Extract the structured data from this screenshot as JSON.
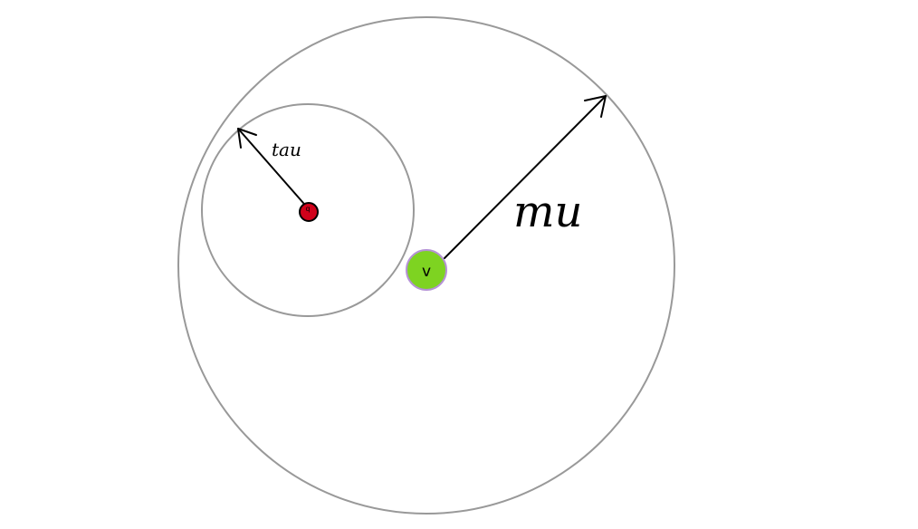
{
  "diagram": {
    "outer_radius_label": "mu",
    "inner_radius_label": "tau",
    "center_node_label": "v",
    "query_node_label": "q",
    "colors": {
      "circle_stroke": "#999999",
      "arrow": "#000000",
      "center_node_fill": "#7ED321",
      "center_node_stroke": "#B592D6",
      "query_node_fill": "#D0021B",
      "query_node_stroke": "#000000"
    }
  }
}
